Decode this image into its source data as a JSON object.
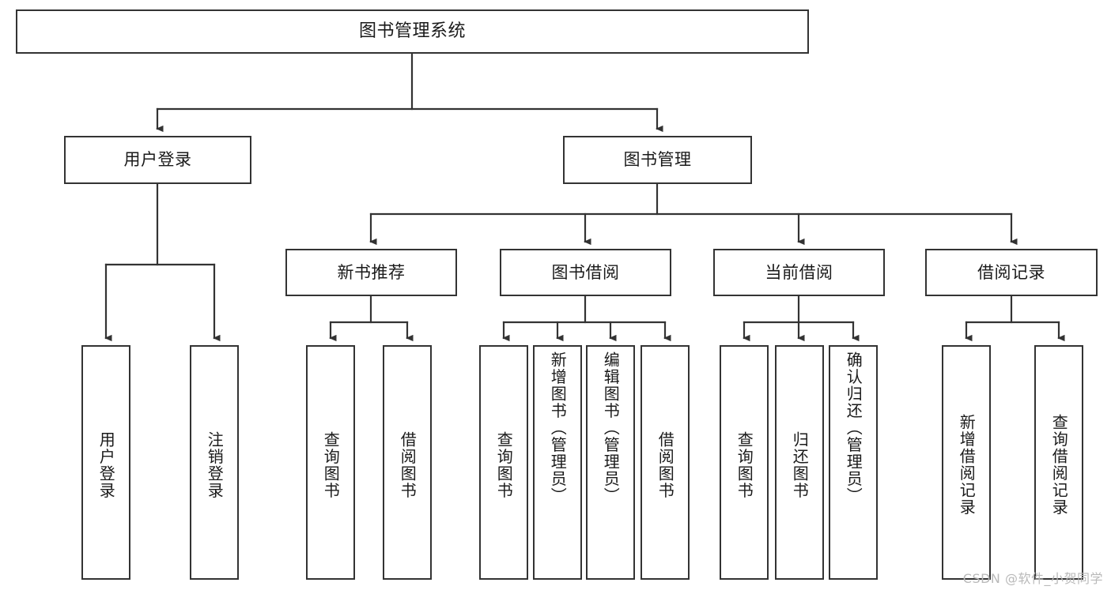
{
  "diagram": {
    "title": "图书管理系统",
    "type": "tree-hierarchy-flowchart",
    "watermark": "CSDN @软件_小贺同学",
    "colors": {
      "background": "#ffffff",
      "box_border": "#333333",
      "box_fill": "#ffffff",
      "text": "#1a1a1a",
      "edge": "#333333",
      "watermark": "#b9b9b9"
    },
    "nodes": {
      "root": {
        "label": "图书管理系统"
      },
      "level2": [
        {
          "label": "用户登录"
        },
        {
          "label": "图书管理"
        }
      ],
      "level3": [
        {
          "label": "新书推荐"
        },
        {
          "label": "图书借阅"
        },
        {
          "label": "当前借阅"
        },
        {
          "label": "借阅记录"
        }
      ],
      "leaves": {
        "user_login": [
          {
            "label": "用户登录"
          },
          {
            "label": "注销登录"
          }
        ],
        "new_book_recommend": [
          {
            "label": "查询图书"
          },
          {
            "label": "借阅图书"
          }
        ],
        "book_borrow": [
          {
            "label": "查询图书"
          },
          {
            "label": "新增图书（管理员）"
          },
          {
            "label": "编辑图书（管理员）"
          },
          {
            "label": "借阅图书"
          }
        ],
        "current_borrow": [
          {
            "label": "查询图书"
          },
          {
            "label": "归还图书"
          },
          {
            "label": "确认归还（管理员）"
          }
        ],
        "borrow_record": [
          {
            "label": "新增借阅记录"
          },
          {
            "label": "查询借阅记录"
          }
        ]
      }
    }
  }
}
